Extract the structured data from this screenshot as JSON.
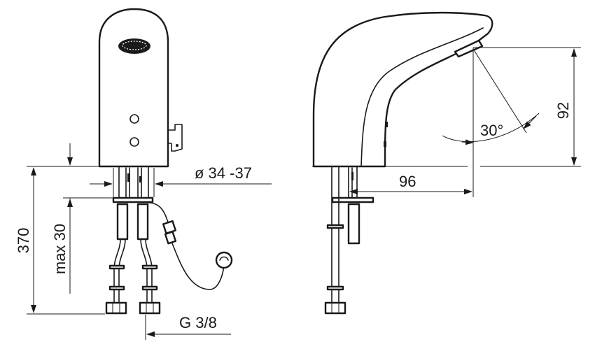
{
  "dimensions": {
    "total_height": "370",
    "max_thickness": "max 30",
    "hole_diameter": "ø 34 -37",
    "thread": "G 3/8",
    "reach": "96",
    "angle": "30°",
    "outlet_height": "92"
  },
  "colors": {
    "line": "#1a1a1a",
    "background": "#ffffff"
  }
}
